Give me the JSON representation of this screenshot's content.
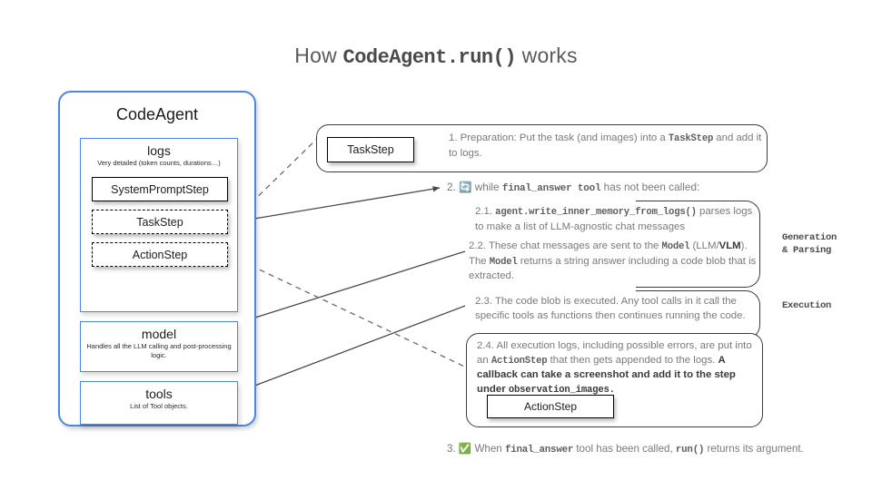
{
  "title": {
    "prefix": "How ",
    "code": "CodeAgent.run()",
    "suffix": " works"
  },
  "colors": {
    "accent_blue": "#4a86e8",
    "body_text": "#7a7a7a",
    "dark_text": "#1c1c1c",
    "border_dark": "#3c3c3c"
  },
  "agent_panel": {
    "title": "CodeAgent",
    "logs": {
      "title": "logs",
      "subtitle": "Very detailed (token counts, durations…)",
      "steps": [
        {
          "label": "SystemPromptStep",
          "style": "solid"
        },
        {
          "label": "TaskStep",
          "style": "dashed"
        },
        {
          "label": "ActionStep",
          "style": "dashed"
        }
      ]
    },
    "model": {
      "title": "model",
      "subtitle": "Handles all the LLM calling and post-processing logic."
    },
    "tools": {
      "title": "tools",
      "subtitle": "List of Tool objects."
    }
  },
  "flow": {
    "step1": {
      "chip_label": "TaskStep",
      "number": "1.",
      "text_a": " Preparation: Put the task (and images) into a ",
      "code_a": "TaskStep",
      "text_b": " and add it to logs."
    },
    "step2_header": {
      "number": "2.",
      "icon": "counterclockwise-arrows-emoji",
      "icon_glyph": "🔄",
      "text_a": "while ",
      "code_a": "final_answer tool",
      "text_b": " has not been called:"
    },
    "step21": {
      "number": "2.1.",
      "code_a": "agent.write_inner_memory_from_logs()",
      "text_a": " parses logs to make a list of LLM-agnostic chat messages"
    },
    "step22": {
      "number": "2.2.",
      "text_a": " These chat messages are sent to the ",
      "code_a": "Model",
      "text_b": " (LLM/",
      "bold_a": "VLM",
      "text_c": "). The ",
      "code_b": "Model",
      "text_d": " returns a string answer including a code blob that is extracted."
    },
    "step23": {
      "number": "2.3.",
      "text_a": " The code blob is executed. Any tool calls in it call the specific tools as functions then continues running the code."
    },
    "step24": {
      "number": "2.4.",
      "text_a": " All execution logs, including possible errors, are put into an ",
      "code_a": "ActionStep",
      "text_b": " that then gets appended to the logs. ",
      "bold_a": "A callback can  take a screenshot and add it to the step under ",
      "code_b": "observation_images.",
      "chip_label": "ActionStep"
    },
    "step3": {
      "number": "3.",
      "icon": "white-check-mark-emoji",
      "icon_glyph": "✅",
      "text_a": " When ",
      "code_a": "final_answer",
      "text_b": " tool has been called, ",
      "code_b": "run()",
      "text_c": " returns its argument."
    },
    "side_labels": {
      "generation": "Generation\n& Parsing",
      "generation_line1": "Generation",
      "generation_line2": "& Parsing",
      "execution": "Execution"
    }
  }
}
